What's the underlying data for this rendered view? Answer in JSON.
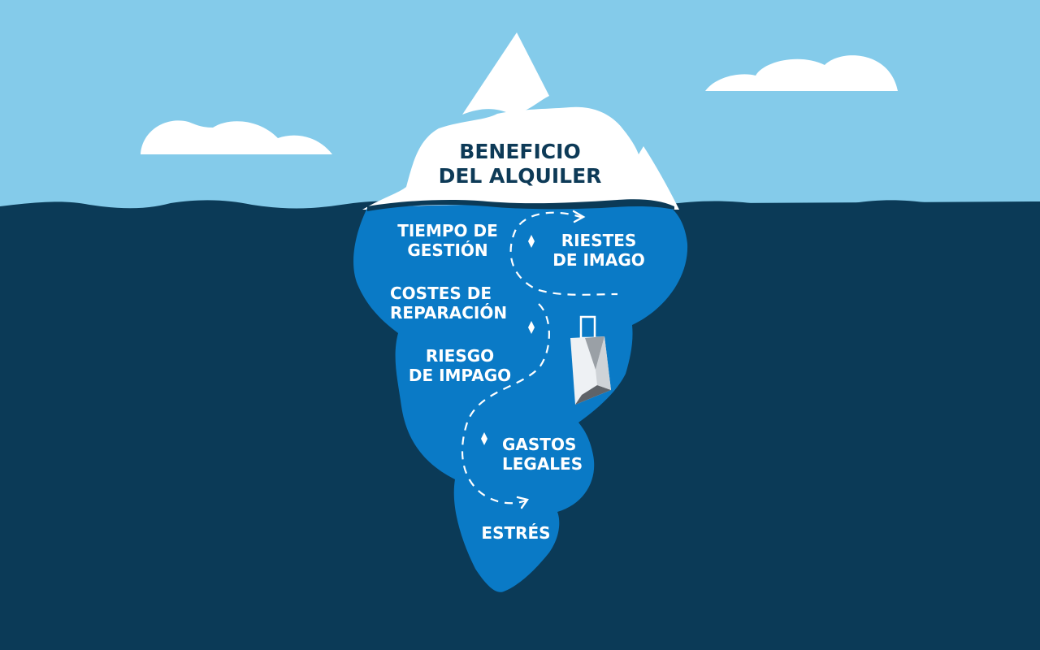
{
  "colors": {
    "sky": "#84cbea",
    "deep_water": "#0b3a57",
    "iceberg_underwater": "#0a7ac6",
    "iceberg_above": "#ffffff",
    "title_text": "#0d3a57",
    "label_text": "#ffffff"
  },
  "iceberg": {
    "title": {
      "line1": "BENEFICIO",
      "line2": "DEL ALQUILER"
    },
    "hidden_items": [
      {
        "id": "tiempo",
        "line1": "TIEMPO DE",
        "line2": "GESTIÓN"
      },
      {
        "id": "riestes",
        "line1": "RIESTES",
        "line2": "DE IMAGO"
      },
      {
        "id": "costes",
        "line1": "COSTES DE",
        "line2": "REPARACIÓN"
      },
      {
        "id": "riesgo",
        "line1": "RIESGO",
        "line2": "DE IMPAGO"
      },
      {
        "id": "gastos",
        "line1": "GASTOS",
        "line2": "LEGALES"
      },
      {
        "id": "estres",
        "line1": "ESTRÉS"
      }
    ]
  },
  "icons": {
    "suitcase": "suitcase-icon",
    "diamond_markers": [
      "diamond-icon",
      "diamond-icon",
      "diamond-icon",
      "diamond-icon"
    ],
    "path_arrows": [
      "arrow-icon",
      "arrow-icon"
    ],
    "clouds": [
      "cloud-icon",
      "cloud-icon"
    ]
  }
}
